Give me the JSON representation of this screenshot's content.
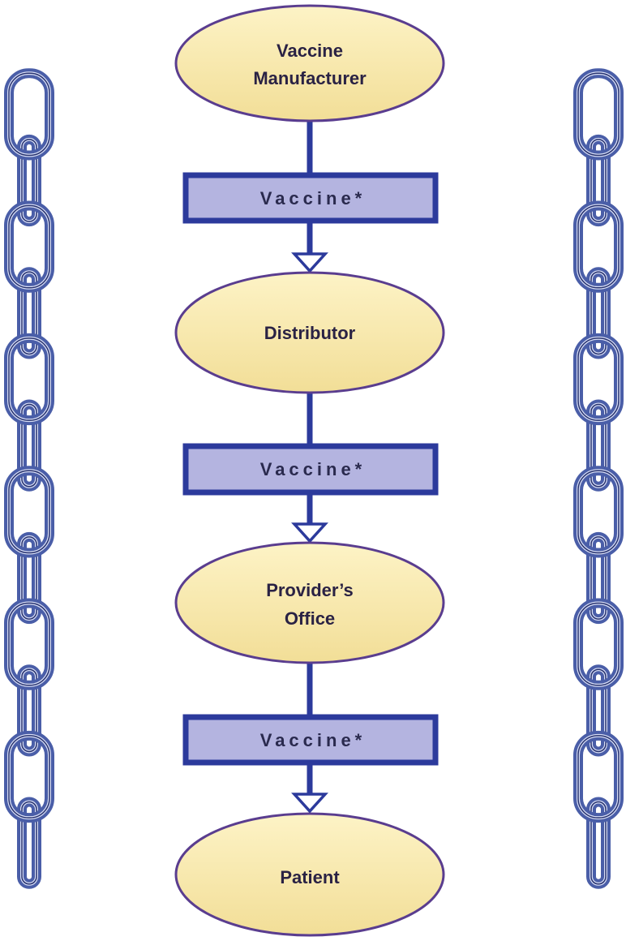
{
  "colors": {
    "node_fill_top": "#fdf3c6",
    "node_fill_bottom": "#f2de97",
    "node_stroke": "#5a3d8f",
    "item_fill": "#b4b4e0",
    "item_stroke": "#2c3a9c",
    "chain": "#4a5ea8"
  },
  "nodes": [
    {
      "lines": [
        "Vaccine",
        "Manufacturer"
      ]
    },
    {
      "lines": [
        "Distributor"
      ]
    },
    {
      "lines": [
        "Provider’s",
        "Office"
      ]
    },
    {
      "lines": [
        "Patient"
      ]
    }
  ],
  "transfers": [
    {
      "label": "Vaccine*"
    },
    {
      "label": "Vaccine*"
    },
    {
      "label": "Vaccine*"
    }
  ],
  "decorations": {
    "left": "chain-icon",
    "right": "chain-icon"
  }
}
